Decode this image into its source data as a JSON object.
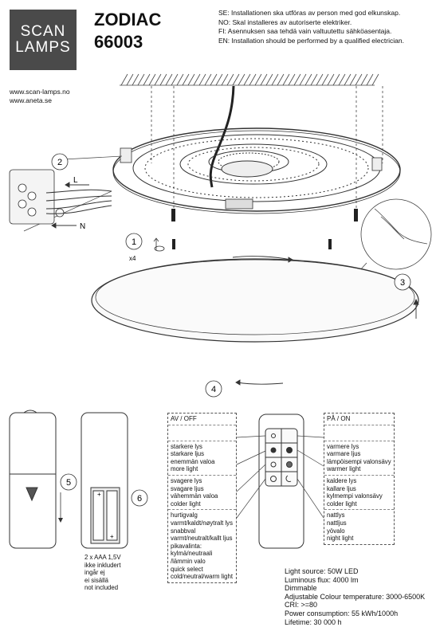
{
  "brand": {
    "line1": "SCAN",
    "line2": "LAMPS"
  },
  "product": {
    "name": "ZODIAC",
    "code": "66003"
  },
  "warnings": [
    "SE: Installationen ska utföras av person med god elkunskap.",
    "NO: Skal installeres av autoriserte elektriker.",
    "FI:  Asennuksen saa tehdä vain valtuutettu sähköasentaja.",
    "EN: Installation should be performed by a qualified electrician."
  ],
  "websites": [
    "www.scan-lamps.no",
    "www.aneta.se"
  ],
  "steps": {
    "s1": "1",
    "s2": "2",
    "s3": "3",
    "s4": "4",
    "s5": "5",
    "s6": "6"
  },
  "wiring": {
    "L": "L",
    "N": "N"
  },
  "screw_qty": "x4",
  "battery_note": [
    "2 x AAA 1,5V",
    "ikke inkludert",
    "ingår ej",
    "ei sisällä",
    "not included"
  ],
  "remote": {
    "off_header": "AV / OFF",
    "on_header": "PÅ / ON",
    "left": [
      [
        "starkere lys",
        "starkare ljus",
        "enemmän valoa",
        "more light"
      ],
      [
        "svagere lys",
        "svagare ljus",
        "vähemmän valoa",
        "colder light"
      ],
      [
        "hurtigvalg",
        "varmt/kaldt/nøytralt lys",
        "snabbval",
        "varmt/neutralt/kallt ljus",
        "pikavalinta:",
        "kylmä/neutraali",
        "/lämmin valo",
        "quick select",
        "cold/neutral/warm light"
      ]
    ],
    "right": [
      [
        "varmere lys",
        "varmare ljus",
        "lämpöisempi valonsävy",
        "warmer light"
      ],
      [
        "kaldere lys",
        "kallare ljus",
        "kylmempi valonsävy",
        "colder light"
      ],
      [
        "nattlys",
        "nattljus",
        "yövalo",
        "night light"
      ]
    ]
  },
  "specs": [
    "Light source:  50W LED",
    "Luminous flux: 4000 lm",
    "Dimmable",
    "Adjustable Colour temperature: 3000-6500K",
    "CRI: >=80",
    "Power consumption: 55 kWh/1000h",
    "Lifetime: 30 000 h"
  ]
}
